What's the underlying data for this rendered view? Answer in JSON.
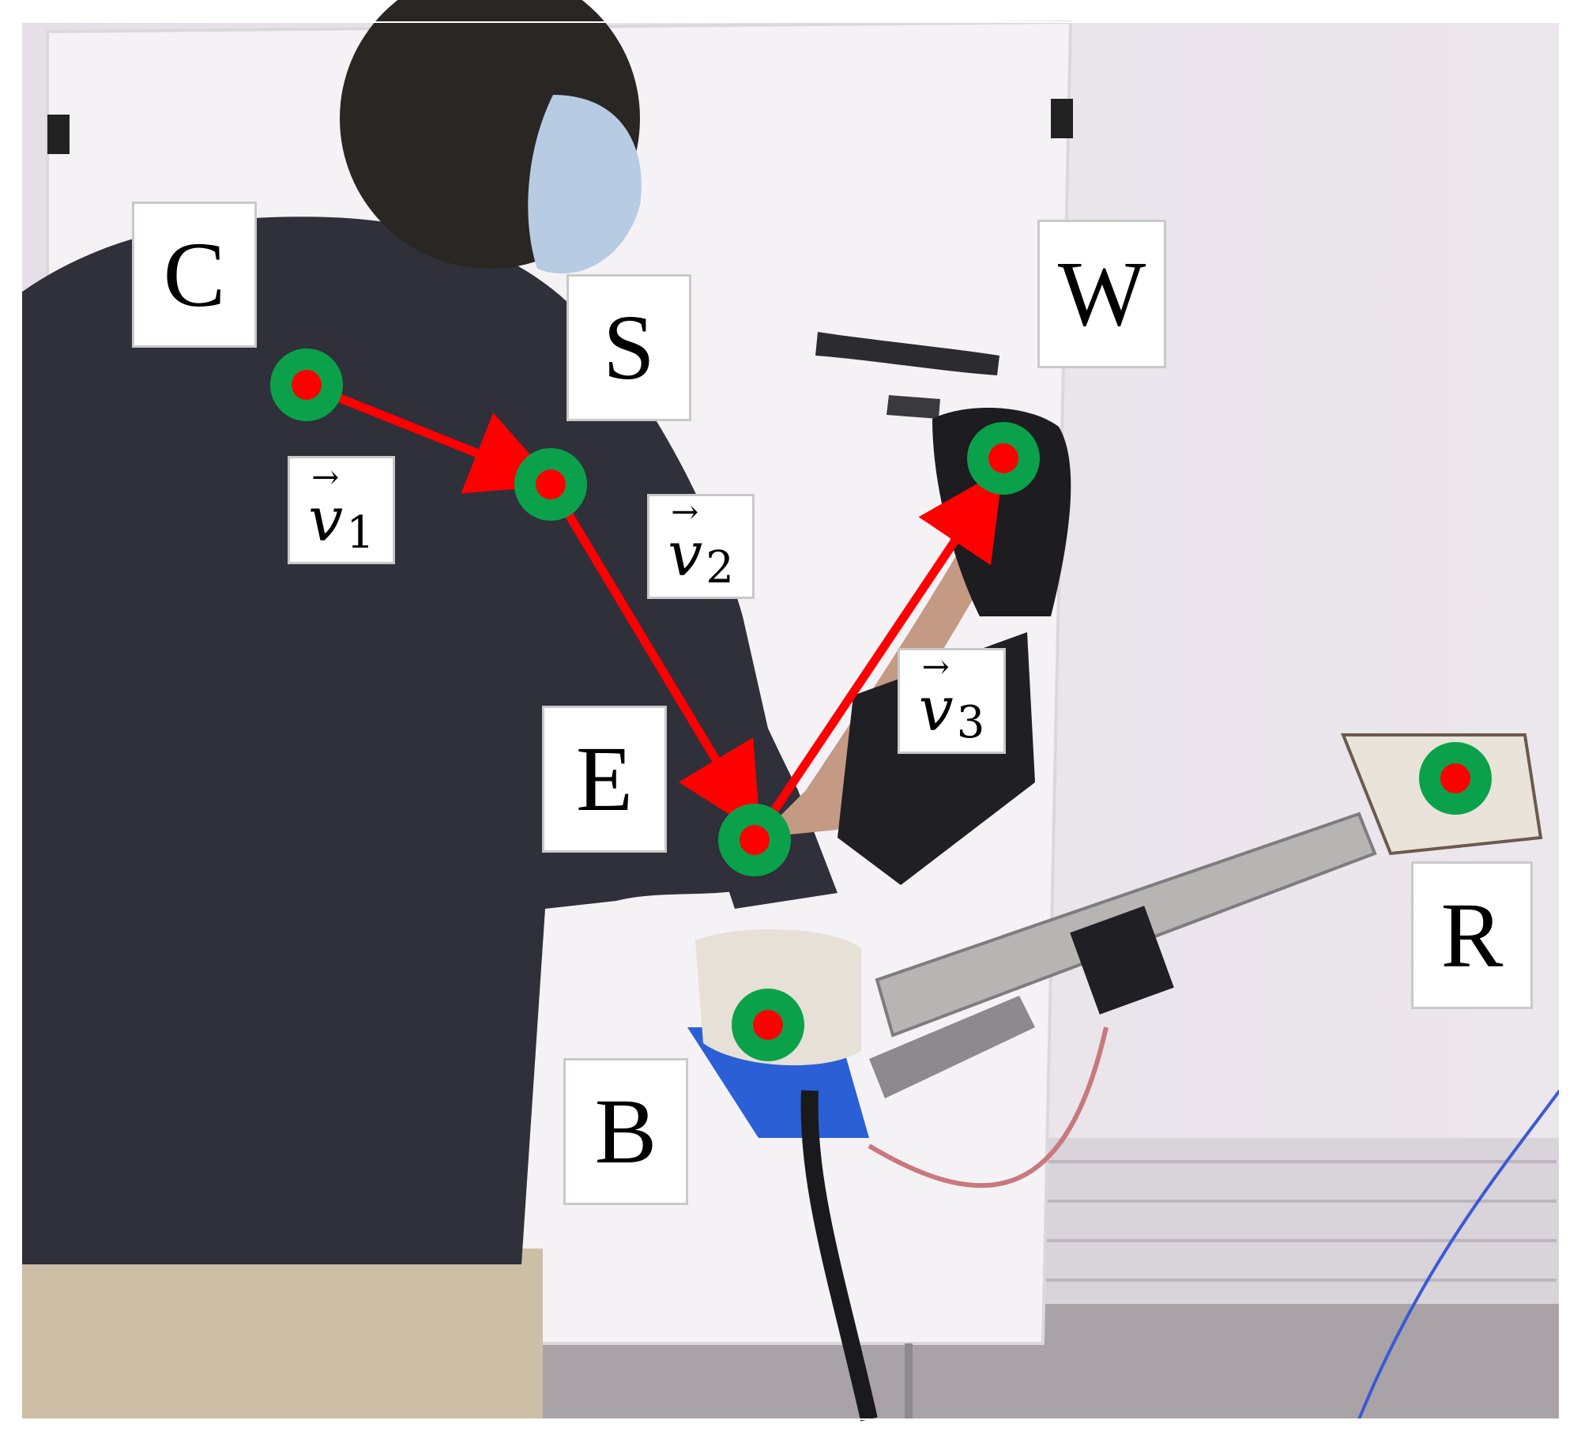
{
  "figure": {
    "joint_labels": {
      "C": "C",
      "S": "S",
      "W": "W",
      "E": "E",
      "B": "B",
      "R": "R"
    },
    "vectors": [
      {
        "symbol": "v",
        "subscript": "1"
      },
      {
        "symbol": "v",
        "subscript": "2"
      },
      {
        "symbol": "v",
        "subscript": "3"
      }
    ],
    "colors": {
      "marker_ring": "#0aa14a",
      "marker_dot": "#ff0000",
      "arrow": "#ff0000",
      "wall": "#ebe5ec",
      "shirt": "#2f3039",
      "whiteboard": "#f4f1f5",
      "pants": "#cdbfa5"
    }
  }
}
